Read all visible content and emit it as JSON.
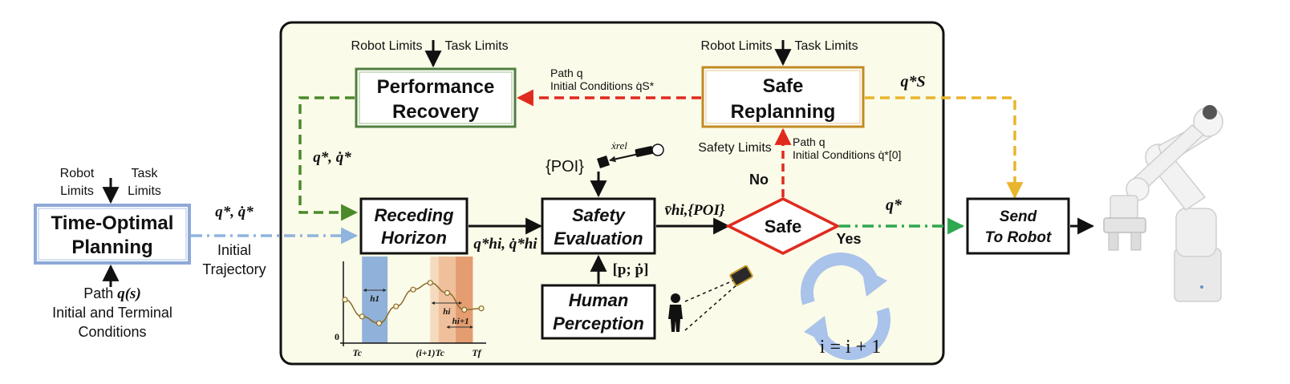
{
  "colors": {
    "panel_fill": "#fbfbe9",
    "performance_border": "#4f7f3f",
    "replanning_border": "#c28a22",
    "planning_border": "#8ea9d8",
    "red": "#e02a1e",
    "green_dash": "#4a8a2a",
    "yellow_dash": "#e9b52c",
    "blue_dash": "#8fb4dd",
    "green_dashdot": "#2ea84f",
    "refresh_blue": "#a9c3ea",
    "chart_blue": "#7da3d6",
    "chart_orange": "#e8a070"
  },
  "left": {
    "robot_limits": [
      "Robot",
      "Limits"
    ],
    "task_limits": [
      "Task",
      "Limits"
    ],
    "planning_title": [
      "Time-Optimal",
      "Planning"
    ],
    "path_label": "Path",
    "path_math": "q(s)",
    "conditions": [
      "Initial and Terminal",
      "Conditions"
    ],
    "output_math": "q*, q̇*",
    "initial_trajectory": [
      "Initial",
      "Trajectory"
    ]
  },
  "top_left": {
    "robot_limits": "Robot Limits",
    "task_limits": "Task Limits",
    "block_title": [
      "Performance",
      "Recovery"
    ]
  },
  "top_right": {
    "robot_limits": "Robot Limits",
    "task_limits": "Task Limits",
    "block_title": [
      "Safe",
      "Replanning"
    ],
    "output_math": "q*S",
    "path_label": "Path q",
    "initial_conditions": "Initial Conditions q̇S*"
  },
  "middle": {
    "green_label": "q*, q̇*",
    "receding_horizon": [
      "Receding",
      "Horizon"
    ],
    "rh_output": "q*hi, q̇*hi",
    "poi_label": "{POI}",
    "xrel_label": "ẋrel",
    "safety_evaluation": [
      "Safety",
      "Evaluation"
    ],
    "velocity_label": "v̄hi,{POI}",
    "safe_label": "Safe",
    "no_label": "No",
    "yes_label": "Yes",
    "safety_limits": "Safety Limits",
    "replan_path": "Path q",
    "replan_conditions": "Initial Conditions q̇*[0]",
    "p_label": "[p; ṗ]",
    "human_perception": [
      "Human",
      "Perception"
    ],
    "q_star": "q*",
    "iteration": "i = i + 1"
  },
  "right": {
    "send_to_robot": [
      "Send",
      "To Robot"
    ]
  },
  "chart_data": {
    "type": "line",
    "x_ticks": [
      "Tc",
      "(i+1)Tc",
      "Tf"
    ],
    "y_ticks": [
      "0"
    ],
    "annotations": [
      "h1",
      "hi",
      "hi+1"
    ],
    "x": [
      0,
      1,
      2,
      3,
      4,
      5,
      6,
      7,
      8
    ],
    "values": [
      0.55,
      0.3,
      0.2,
      0.45,
      0.7,
      0.8,
      0.65,
      0.4,
      0.42
    ],
    "blue_band_x": [
      1,
      2.5
    ],
    "orange_bands_x": [
      [
        5,
        7.5
      ],
      [
        5.5,
        7.5
      ],
      [
        6.5,
        7.5
      ]
    ]
  }
}
